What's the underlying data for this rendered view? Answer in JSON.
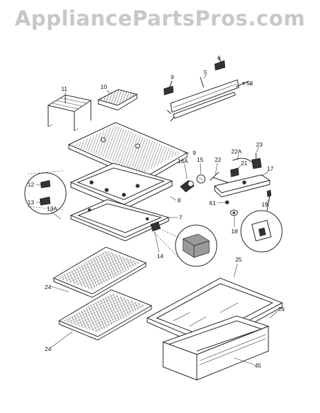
{
  "watermark": "AppliancePartsPros.com",
  "callouts": [
    "11",
    "10",
    "6",
    "9",
    "5",
    "58",
    "9",
    "22A",
    "23",
    "16A",
    "15",
    "22",
    "21",
    "17",
    "12",
    "13",
    "13A",
    "8",
    "7",
    "61",
    "19",
    "18",
    "14",
    "25",
    "24",
    "26",
    "24",
    "45"
  ]
}
